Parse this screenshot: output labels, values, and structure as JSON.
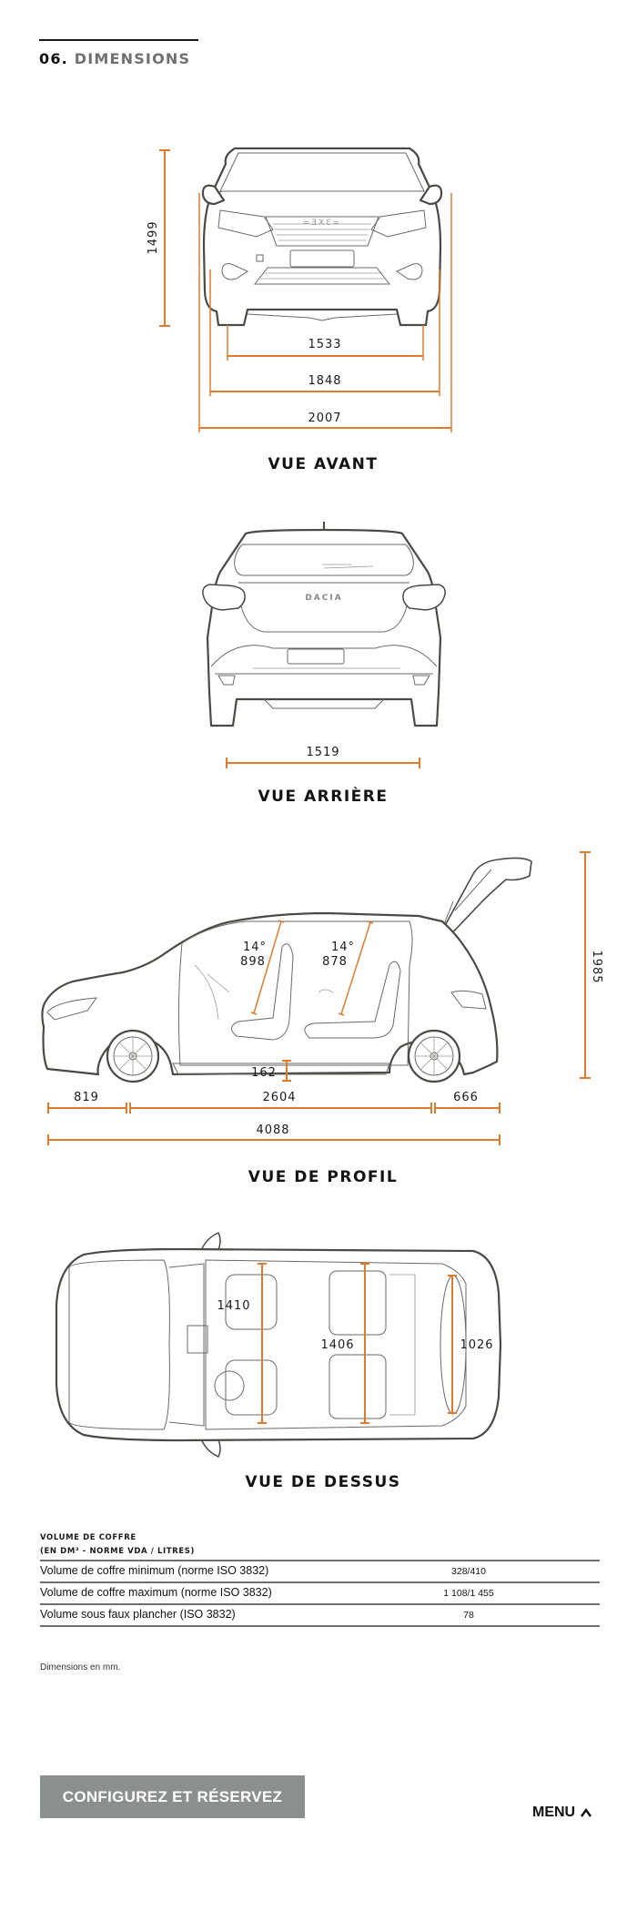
{
  "header": {
    "section_number": "06.",
    "section_title": "DIMENSIONS"
  },
  "colors": {
    "dimension_line": "#e07b2e",
    "car_outline": "#4a4a44",
    "cta_bg": "#8a918d",
    "title_gray": "#707070"
  },
  "views": {
    "front": {
      "caption": "VUE AVANT",
      "height": "1499",
      "track_front": "1533",
      "width_without_mirrors": "1848",
      "width_with_mirrors": "2007"
    },
    "rear": {
      "caption": "VUE ARRIÈRE",
      "track_rear": "1519",
      "badge": "DACIA"
    },
    "profile": {
      "caption": "VUE DE PROFIL",
      "height_tailgate_open": "1985",
      "front_seat_angle": "14°",
      "front_headroom": "898",
      "rear_seat_angle": "14°",
      "rear_headroom": "878",
      "ground_clearance": "162",
      "front_overhang": "819",
      "wheelbase": "2604",
      "rear_overhang": "666",
      "length": "4088"
    },
    "top": {
      "caption": "VUE DE DESSUS",
      "front_elbow_width": "1410",
      "rear_elbow_width": "1406",
      "boot_width": "1026"
    }
  },
  "boot_table": {
    "title": "VOLUME DE COFFRE",
    "subtitle": "(EN DM³ - NORME VDA / LITRES)",
    "rows": [
      {
        "label": "Volume de coffre minimum (norme ISO 3832)",
        "value": "328/410"
      },
      {
        "label": "Volume de coffre maximum (norme ISO 3832)",
        "value": "1 108/1 455"
      },
      {
        "label": "Volume sous faux plancher (ISO 3832)",
        "value": "78"
      }
    ]
  },
  "note": "Dimensions en mm.",
  "footer": {
    "cta_label": "CONFIGUREZ ET RÉSERVEZ",
    "menu_label": "MENU",
    "menu_icon": "chevron-up-icon"
  }
}
